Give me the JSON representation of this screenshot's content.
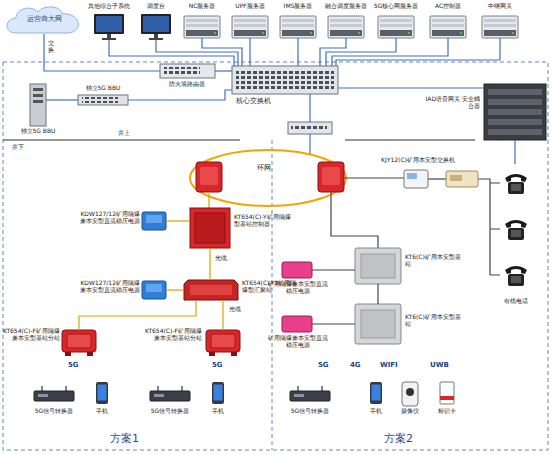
{
  "diagram": {
    "nodes": [
      {
        "text": [
          "运营商大网"
        ]
      },
      {
        "text": [
          "其他综合子系统"
        ]
      },
      {
        "text": [
          "调度台"
        ]
      },
      {
        "text": [
          "NC服务器"
        ]
      },
      {
        "text": [
          "UPF服务器"
        ]
      },
      {
        "text": [
          "IMS服务器"
        ]
      },
      {
        "text": [
          "融合调度服务器"
        ]
      },
      {
        "text": [
          "5G核心网服务器"
        ]
      },
      {
        "text": [
          "AC控制器"
        ]
      },
      {
        "text": [
          "中继网关"
        ]
      },
      {
        "text": [
          "防火墙路由器"
        ]
      },
      {
        "text": [
          "核心交换机"
        ]
      },
      {
        "text": [
          "IAD语音网关 安全耦合器"
        ]
      },
      {
        "text": [
          "独立5G BBU"
        ]
      },
      {
        "text": [
          "独立5G BBU"
        ]
      },
      {
        "text": [
          "KJY12(C)矿用本安型交换机"
        ]
      },
      {
        "text": [
          "KT654(C)-Y矿用隔爆型基站控制器"
        ]
      },
      {
        "text": [
          "KDW127/12矿用隔爆兼本安型直流稳压电源"
        ]
      },
      {
        "text": [
          "KT654(C)-Y1矿用隔爆型汇聚站"
        ]
      },
      {
        "text": [
          "KDW127/12矿用隔爆兼本安型直流稳压电源"
        ]
      },
      {
        "text": [
          "KT654(C)-F矿用隔爆兼本安型基站分站"
        ]
      },
      {
        "text": [
          "KT654(C)-F矿用隔爆兼本安型基站分站"
        ]
      },
      {
        "text": [
          "KT6(C)矿用本安型基站"
        ]
      },
      {
        "text": [
          "矿用隔爆兼本安型直流稳压电源"
        ]
      },
      {
        "text": [
          "KT6(C)矿用本安型基站"
        ]
      },
      {
        "text": [
          "矿用隔爆兼本安型直流稳压电源"
        ]
      },
      {
        "text": [
          "有线电话"
        ]
      },
      {
        "text": [
          "5G信号转换器"
        ]
      },
      {
        "text": [
          "手机"
        ]
      },
      {
        "text": [
          "5G信号转换器"
        ]
      },
      {
        "text": [
          "手机"
        ]
      },
      {
        "text": [
          "5G信号转换器"
        ]
      },
      {
        "text": [
          "手机"
        ]
      },
      {
        "text": [
          "摄像仪"
        ]
      },
      {
        "text": [
          "标识卡"
        ]
      }
    ],
    "edges": [
      {
        "from": 0,
        "to": 10,
        "arrow": "none"
      },
      {
        "from": 10,
        "to": 11,
        "arrow": "none"
      },
      {
        "from": 1,
        "to": 11,
        "arrow": "none"
      },
      {
        "from": 2,
        "to": 11,
        "arrow": "none"
      },
      {
        "from": 3,
        "to": 11,
        "arrow": "none"
      },
      {
        "from": 4,
        "to": 11,
        "arrow": "none"
      },
      {
        "from": 5,
        "to": 11,
        "arrow": "none"
      },
      {
        "from": 6,
        "to": 11,
        "arrow": "none"
      },
      {
        "from": 7,
        "to": 11,
        "arrow": "none"
      },
      {
        "from": 8,
        "to": 11,
        "arrow": "none"
      },
      {
        "from": 9,
        "to": 11,
        "arrow": "none"
      },
      {
        "from": 11,
        "to": 12,
        "arrow": "none"
      },
      {
        "from": 11,
        "to": 13,
        "arrow": "none"
      },
      {
        "from": 13,
        "to": 14,
        "arrow": "none"
      },
      {
        "from": 12,
        "to": 26,
        "arrow": "none"
      },
      {
        "from": 17,
        "to": 16,
        "arrow": "none"
      },
      {
        "from": 16,
        "to": 18,
        "arrow": "none",
        "label": "光缆"
      },
      {
        "from": 19,
        "to": 18,
        "arrow": "none"
      },
      {
        "from": 18,
        "to": 20,
        "arrow": "none"
      },
      {
        "from": 18,
        "to": 21,
        "arrow": "none",
        "label": "光缆"
      },
      {
        "from": 23,
        "to": 22,
        "arrow": "none"
      },
      {
        "from": 22,
        "to": 24,
        "arrow": "none"
      },
      {
        "from": 25,
        "to": 24,
        "arrow": "none"
      }
    ],
    "labels": [
      "交换",
      "井上",
      "井下",
      "环网",
      "5G",
      "5G",
      "5G",
      "4G",
      "WIFI",
      "UWB",
      "方案1",
      "方案2"
    ]
  }
}
